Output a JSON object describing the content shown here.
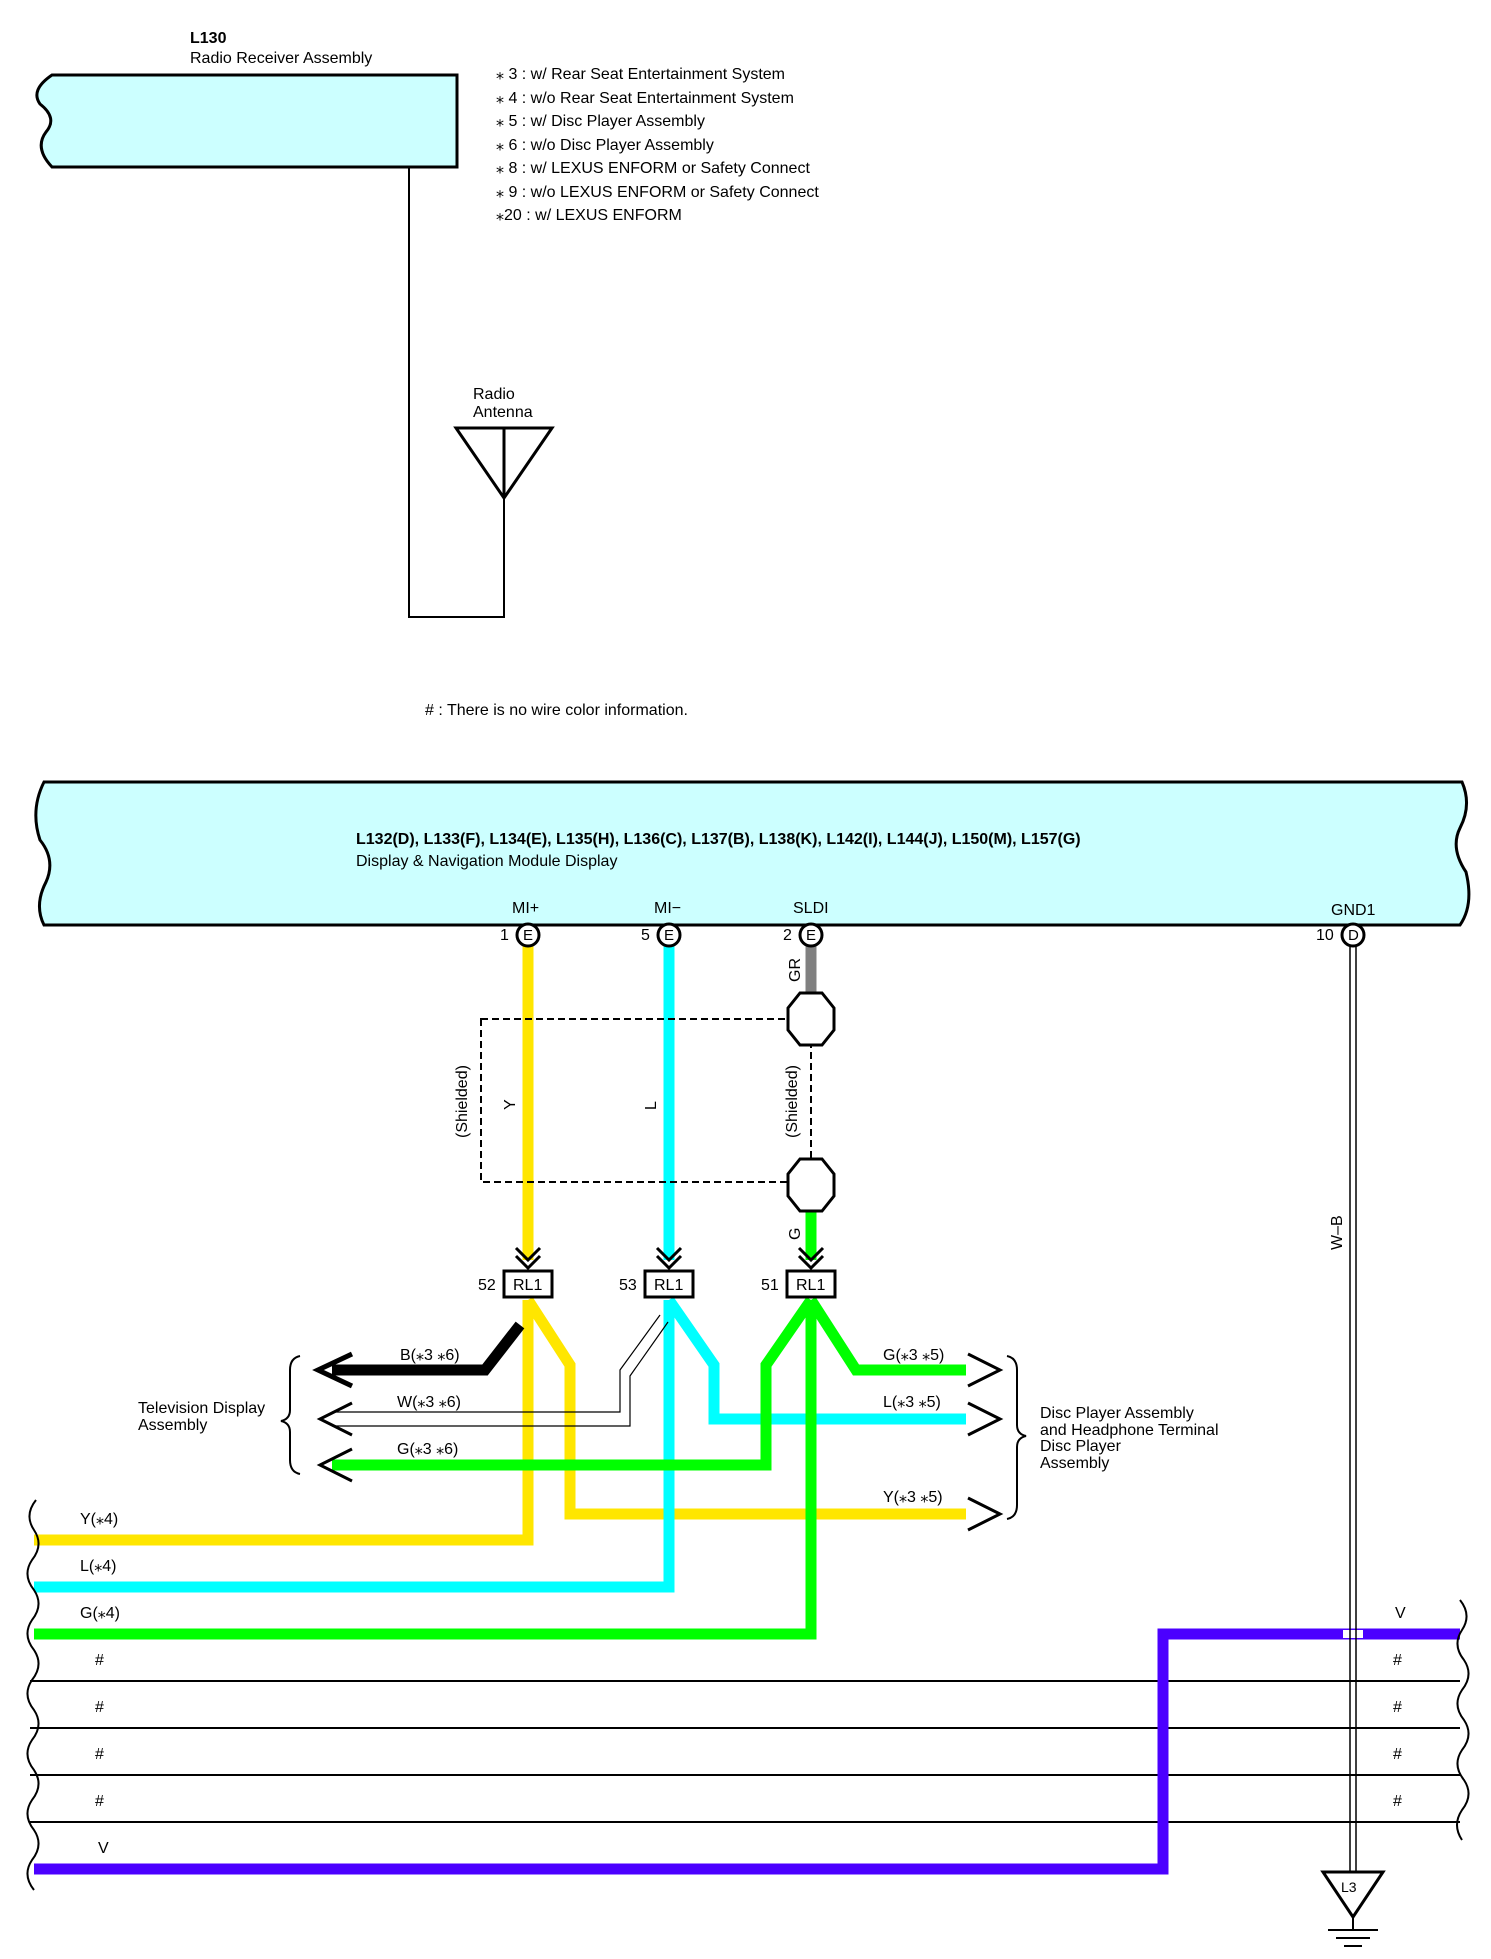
{
  "radio_receiver": {
    "id": "L130",
    "name": "Radio Receiver Assembly"
  },
  "notes": [
    "⁎ 3 : w/ Rear Seat Entertainment System",
    "⁎ 4 : w/o Rear Seat Entertainment System",
    "⁎ 5 : w/ Disc Player Assembly",
    "⁎ 6 : w/o Disc Player Assembly",
    "⁎ 8 : w/ LEXUS ENFORM or Safety Connect",
    "⁎ 9 : w/o LEXUS ENFORM or Safety Connect",
    "⁎20 : w/ LEXUS ENFORM"
  ],
  "antenna": {
    "line1": "Radio",
    "line2": "Antenna"
  },
  "no_color_note": "# : There is no wire color information.",
  "display_module": {
    "ids": "L132(D), L133(F), L134(E), L135(H), L136(C), L137(B), L138(K), L142(I), L144(J), L150(M), L157(G)",
    "name": "Display & Navigation Module Display"
  },
  "pins": [
    {
      "signal": "MI+",
      "num": "1",
      "conn": "E"
    },
    {
      "signal": "MI−",
      "num": "5",
      "conn": "E"
    },
    {
      "signal": "SLDI",
      "num": "2",
      "conn": "E"
    },
    {
      "signal": "GND1",
      "num": "10",
      "conn": "D"
    }
  ],
  "wire_labels": {
    "gr": "GR",
    "y": "Y",
    "l": "L",
    "g": "G",
    "wb": "W–B",
    "shielded_left": "(Shielded)",
    "shielded_right": "(Shielded)"
  },
  "relay_connectors": [
    {
      "num": "52",
      "label": "RL1"
    },
    {
      "num": "53",
      "label": "RL1"
    },
    {
      "num": "51",
      "label": "RL1"
    }
  ],
  "tv_display": {
    "line1": "Television Display",
    "line2": "Assembly"
  },
  "tv_wires": [
    "B(⁎3 ⁎6)",
    "W(⁎3 ⁎6)",
    "G(⁎3 ⁎6)"
  ],
  "disc_wires": [
    "G(⁎3 ⁎5)",
    "L(⁎3 ⁎5)",
    "Y(⁎3 ⁎5)"
  ],
  "disc_player": {
    "line1": "Disc Player Assembly",
    "line2": "and Headphone Terminal",
    "line3": "Disc Player",
    "line4": "Assembly"
  },
  "bus_wires": [
    {
      "label": "Y(⁎4)",
      "color": "#ffe600"
    },
    {
      "label": "L(⁎4)",
      "color": "#00ffff"
    },
    {
      "label": "G(⁎4)",
      "color": "#00ff00"
    },
    {
      "label": "#",
      "color": "#000000"
    },
    {
      "label": "#",
      "color": "#000000"
    },
    {
      "label": "#",
      "color": "#000000"
    },
    {
      "label": "#",
      "color": "#000000"
    },
    {
      "label": "V",
      "color": "#4b00ff"
    }
  ],
  "right_labels": [
    "V",
    "#",
    "#",
    "#",
    "#"
  ],
  "ground": {
    "id": "L3"
  },
  "colors": {
    "component_fill": "#ccffff",
    "yellow": "#ffe600",
    "cyan": "#00ffff",
    "green": "#00ff00",
    "gray": "#808080",
    "violet": "#4b00ff"
  }
}
